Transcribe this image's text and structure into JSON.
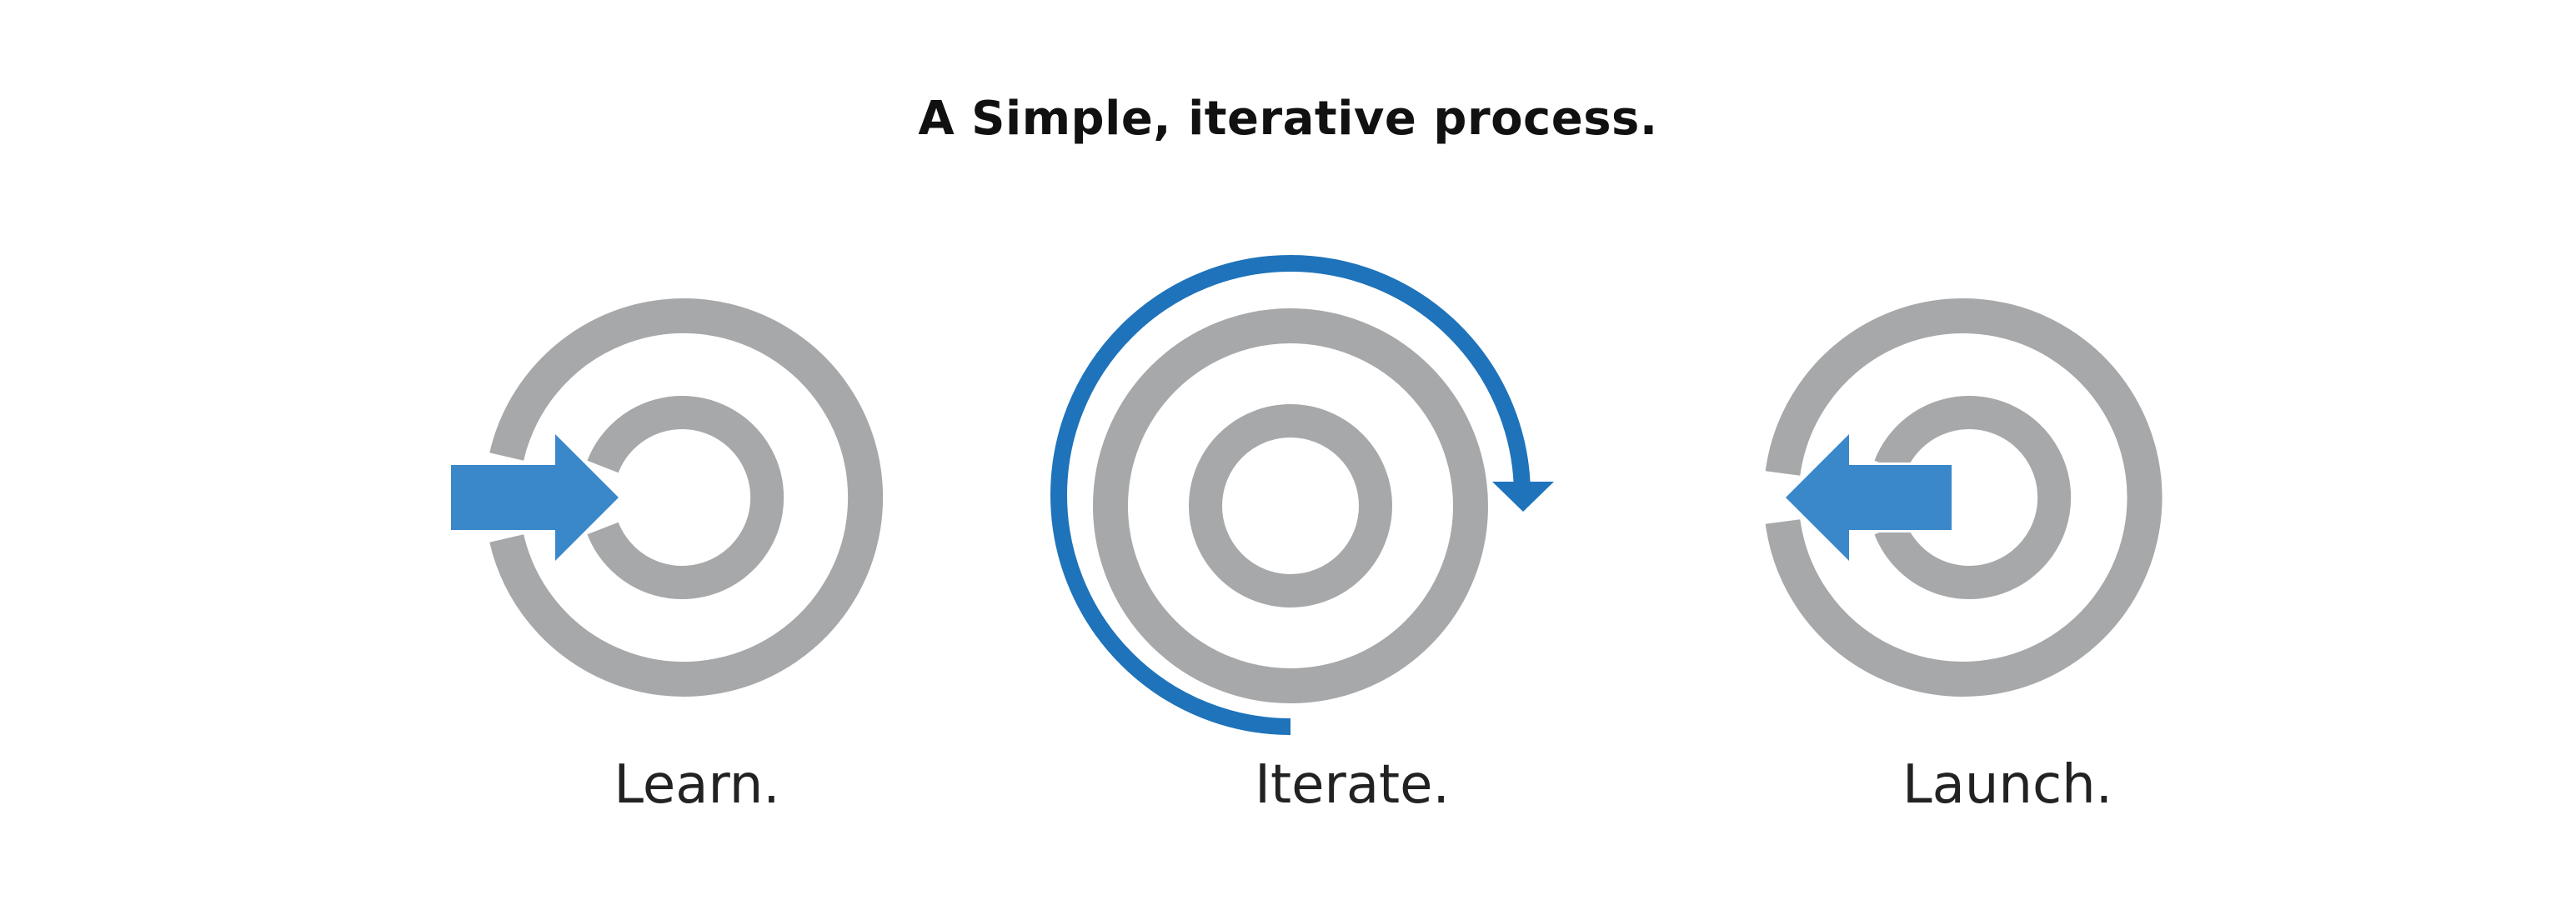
{
  "title": "A Simple, iterative process.",
  "steps": [
    {
      "label": "Learn."
    },
    {
      "label": "Iterate."
    },
    {
      "label": "Launch."
    }
  ],
  "colors": {
    "ring": "#a7a8aa",
    "arrow": "#3a87c9",
    "orbit": "#1e73ba",
    "text": "#111111"
  }
}
